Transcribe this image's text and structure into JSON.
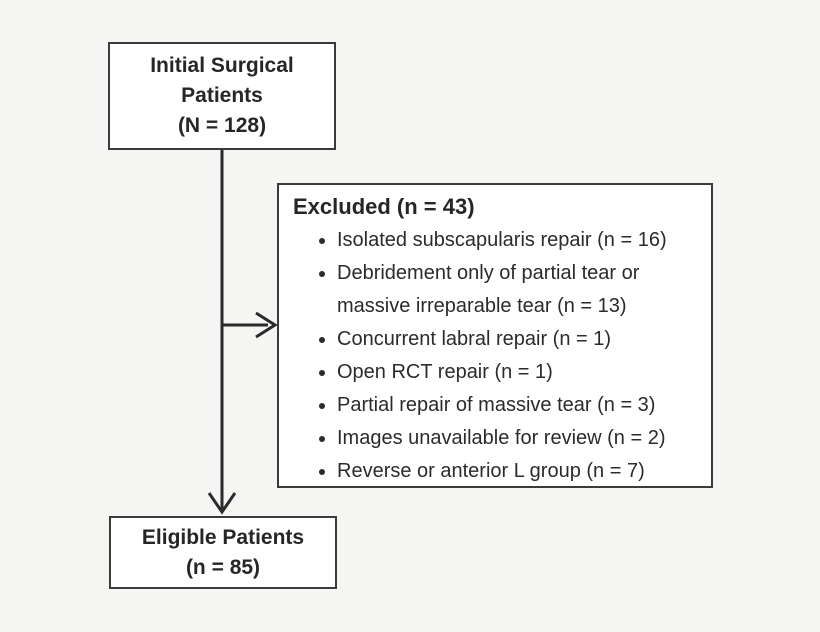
{
  "diagram": {
    "top_box": {
      "title": "Initial Surgical Patients",
      "count": "(N = 128)"
    },
    "excluded_box": {
      "header": "Excluded (n = 43)",
      "items": [
        "Isolated subscapularis repair (n = 16)",
        "Debridement only of partial tear or massive irreparable tear (n = 13)",
        "Concurrent labral repair (n = 1)",
        "Open RCT repair (n = 1)",
        "Partial repair of massive tear (n = 3)",
        "Images unavailable for review (n = 2)",
        "Reverse or anterior L group (n = 7)"
      ]
    },
    "bottom_box": {
      "title": "Eligible Patients",
      "count": "(n = 85)"
    },
    "colors": {
      "background": "#f5f5f4",
      "box_fill": "#ffffff",
      "border": "#3b3b3b",
      "text": "#2b2b2b",
      "arrow": "#2b2b2b"
    }
  }
}
